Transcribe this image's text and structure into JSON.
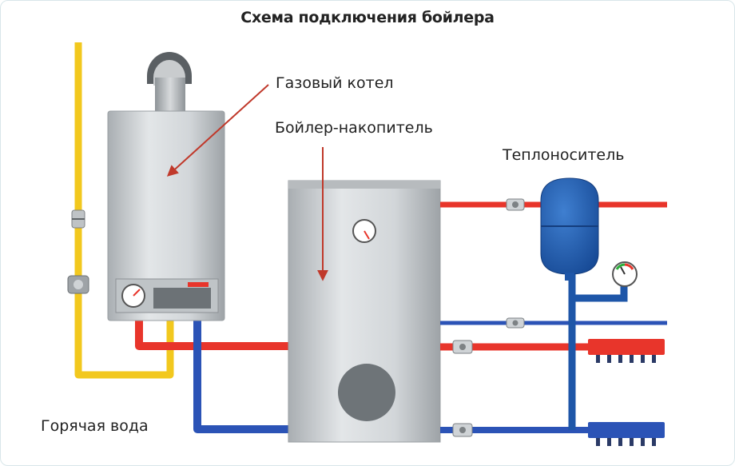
{
  "title": "Схема подключения бойлера",
  "labels": {
    "gas_boiler": "Газовый котел",
    "storage_boiler": "Бойлер-накопитель",
    "heat_carrier": "Теплоноситель",
    "hot_water": "Горячая вода"
  },
  "colors": {
    "gas_pipe": "#f2c81e",
    "hot_pipe": "#e8352b",
    "cold_pipe": "#2b53b6",
    "arrow": "#c0392b",
    "expansion_tank": "#1e56a8",
    "tank_body": "#c9cdd0"
  }
}
